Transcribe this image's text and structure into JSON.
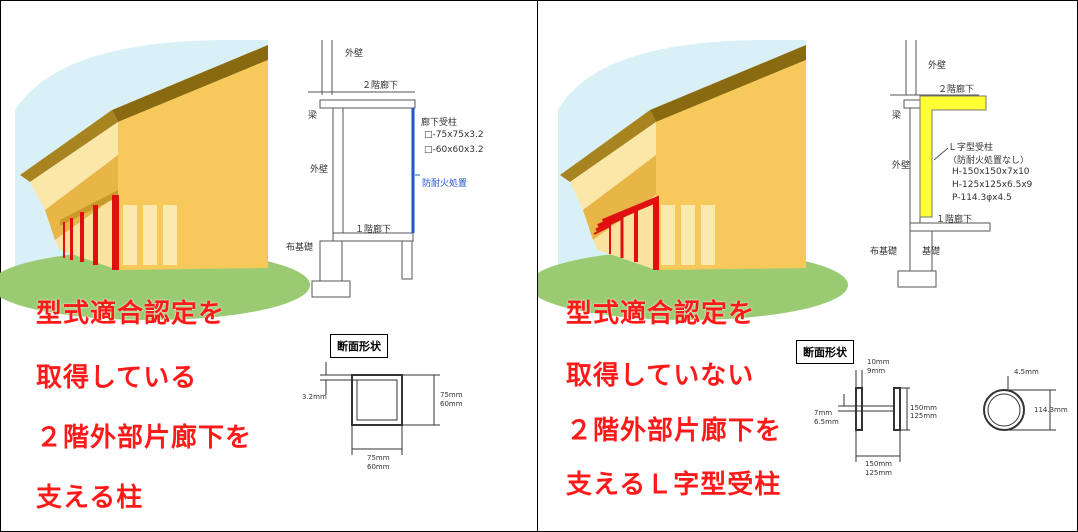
{
  "left": {
    "caption_lines": [
      "型式適合認定を",
      "取得している",
      "２階外部片廊下を",
      "支える柱"
    ],
    "labels": {
      "outer_wall_top": "外壁",
      "corridor_2f": "２階廊下",
      "beam": "梁",
      "outer_wall": "外壁",
      "support_title": "廊下受柱",
      "spec1": "□-75x75x3.2",
      "spec2": "□-60x60x3.2",
      "fireproof": "防耐火処置",
      "corridor_1f": "１階廊下",
      "foundation": "布基礎"
    },
    "section": {
      "title": "断面形状",
      "thickness": "3.2mm",
      "height1": "75mm",
      "height2": "60mm",
      "width1": "75mm",
      "width2": "60mm"
    }
  },
  "right": {
    "caption_lines": [
      "型式適合認定を",
      "取得していない",
      "２階外部片廊下を",
      "支えるＬ字型受柱"
    ],
    "labels": {
      "outer_wall_top": "外壁",
      "corridor_2f": "２階廊下",
      "beam": "梁",
      "outer_wall": "外壁",
      "support_title": "Ｌ字型受柱",
      "support_note": "（防耐火処置なし）",
      "spec1": "H-150x150x7x10",
      "spec2": "H-125x125x6.5x9",
      "spec3": "P-114.3φx4.5",
      "corridor_1f": "１階廊下",
      "foundation": "布基礎",
      "foundation2": "基礎"
    },
    "section": {
      "title": "断面形状",
      "flange1": "10mm",
      "flange2": "9mm",
      "web1": "7mm",
      "web2": "6.5mm",
      "height1": "150mm",
      "height2": "125mm",
      "width1": "150mm",
      "width2": "125mm",
      "pipe_thk": "4.5mm",
      "pipe_dia": "114.3mm"
    }
  },
  "colors": {
    "caption": "#ff1a1a",
    "wall": "#f7c95a",
    "roof": "#8a6a10",
    "sky": "#d9f0f7",
    "grass": "#9acb73",
    "column_red": "#e01010",
    "column_yellow": "#ffff33",
    "blue_column": "#2255cc"
  }
}
